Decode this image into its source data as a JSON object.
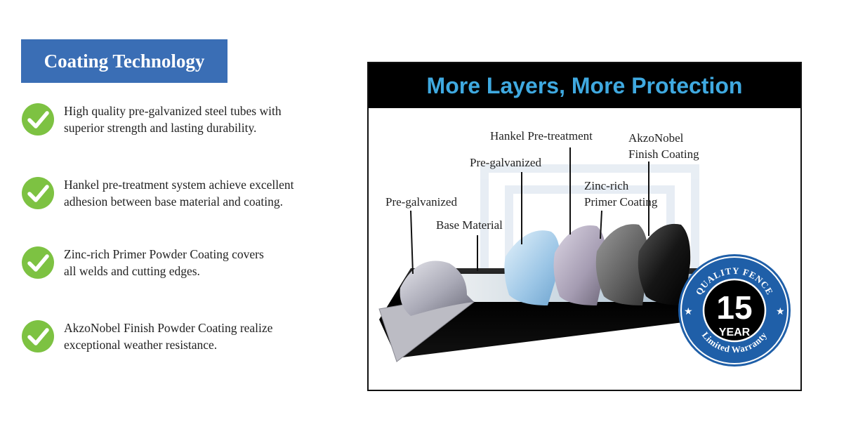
{
  "header": {
    "title": "Coating Technology"
  },
  "features": [
    {
      "lines": [
        "High quality pre-galvanized steel tubes with",
        "superior strength and lasting durability."
      ]
    },
    {
      "lines": [
        "Hankel pre-treatment system achieve excellent",
        "adhesion between base material and coating."
      ]
    },
    {
      "lines": [
        "Zinc-rich Primer Powder Coating covers",
        "all welds and cutting edges."
      ]
    },
    {
      "lines": [
        "AkzoNobel Finish Powder Coating realize",
        "exceptional weather resistance."
      ]
    }
  ],
  "panel": {
    "title": "More Layers, More Protection",
    "labels": {
      "pregalv_outer": "Pre-galvanized",
      "base_material": "Base Material",
      "pregalv_inner": "Pre-galvanized",
      "hankel": "Hankel Pre-treatment",
      "zinc_line1": "Zinc-rich",
      "zinc_line2": "Primer Coating",
      "akzo_line1": "AkzoNobel",
      "akzo_line2": "Finish Coating"
    }
  },
  "badge": {
    "brand": "QUALITY FENCE",
    "number": "15",
    "unit": "YEAR",
    "warranty": "Limited Warranty"
  },
  "colors": {
    "header_bg": "#3a6eb5",
    "check_green": "#7dc242",
    "title_blue": "#3fa9e0",
    "badge_blue": "#1f5fa8"
  }
}
